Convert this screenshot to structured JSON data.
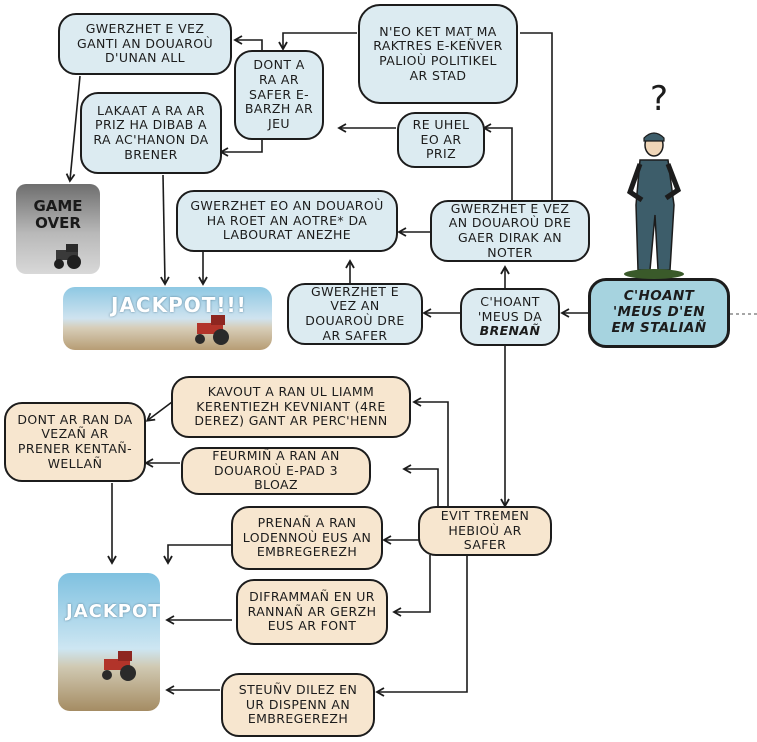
{
  "start": "C'hoant 'meus d'en em staliañ",
  "question_mark": "?",
  "nodes": {
    "choant_brenan_1": "C'hoant 'meus da",
    "choant_brenan_2": "brenañ",
    "gwerzhet_gaer": "Gwerzhet e vez an douaroù dre gaer dirak an noter",
    "gwerzhet_safer": "Gwerzhet e vez an douaroù dre ar Safer",
    "gwerzhet_aotre": "Gwerzhet eo an douaroù ha roet an aotre* da labourat anezhe",
    "re_uhel": "Re uhel eo ar priz",
    "neo_ket_mat": "N'eo ket mat ma raktres e-keñver palioù politikel ar Stad",
    "dont_safer": "Dont a ra ar Safer e-barzh ar jeu",
    "gwerzhet_unan_all": "Gwerzhet e vez ganti an douaroù d'unan all",
    "lakaat_priz": "Lakaat a ra ar priz ha dibab a ra ac'hanon da brener",
    "evit_tremen": "Evit tremen hebioù ar Safer",
    "kavout_liamm": "Kavout a ran ul liamm kerentiezh kevniant (4re derez) gant ar perc'henn",
    "feurmin": "Feurmiñ a ran an douaroù e-pad 3 bloaz",
    "prenan_lodennou": "Prenañ a ran lodennoù eus an embregerezh",
    "diframman": "Diframmañ en ur rannañ ar gerzh eus ar font",
    "steunv_dilez": "Steuñv dilez en ur dispenn an embregerezh",
    "dont_vezan": "Dont ar ran da vezañ ar prener kentañ-wellañ"
  },
  "outcomes": {
    "game_over_1": "GAME",
    "game_over_2": "OVER",
    "jackpot_1": "JACKPOT!!!",
    "jackpot_2": "JACKPOT!!"
  },
  "colors": {
    "blue_box": "#dcebf1",
    "tan_box": "#f7e6cf",
    "start_box": "#a6d3df",
    "line": "#1c1c1c"
  }
}
